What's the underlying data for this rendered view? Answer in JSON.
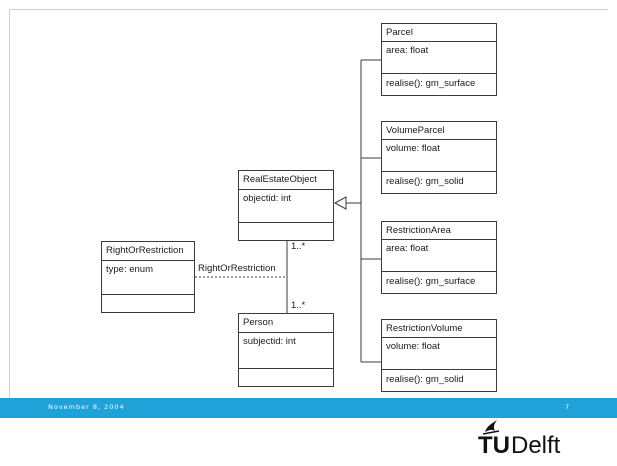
{
  "diagram": {
    "classes": {
      "parcel": {
        "name": "Parcel",
        "attribute": "area: float",
        "operation": "realise(): gm_surface"
      },
      "volume_parcel": {
        "name": "VolumeParcel",
        "attribute": "volume: float",
        "operation": "realise(): gm_solid"
      },
      "restriction_area": {
        "name": "RestrictionArea",
        "attribute": "area: float",
        "operation": "realise(): gm_surface"
      },
      "restriction_volume": {
        "name": "RestrictionVolume",
        "attribute": "volume: float",
        "operation": "realise(): gm_solid"
      },
      "real_estate_object": {
        "name": "RealEstateObject",
        "attribute": "objectid: int",
        "operation": ""
      },
      "person": {
        "name": "Person",
        "attribute": "subjectid: int",
        "operation": ""
      },
      "right_or_restriction": {
        "name": "RightOrRestriction",
        "attribute": "type: enum",
        "operation": ""
      }
    },
    "edges": {
      "association_label": "RightOrRestriction",
      "multiplicity_top": "1..*",
      "multiplicity_bottom": "1..*"
    }
  },
  "footer": {
    "date": "November 8, 2004",
    "page_number": "7",
    "accent_color": "#1ea2d8"
  },
  "logo": {
    "tu": "TU",
    "delft": "Delft"
  }
}
